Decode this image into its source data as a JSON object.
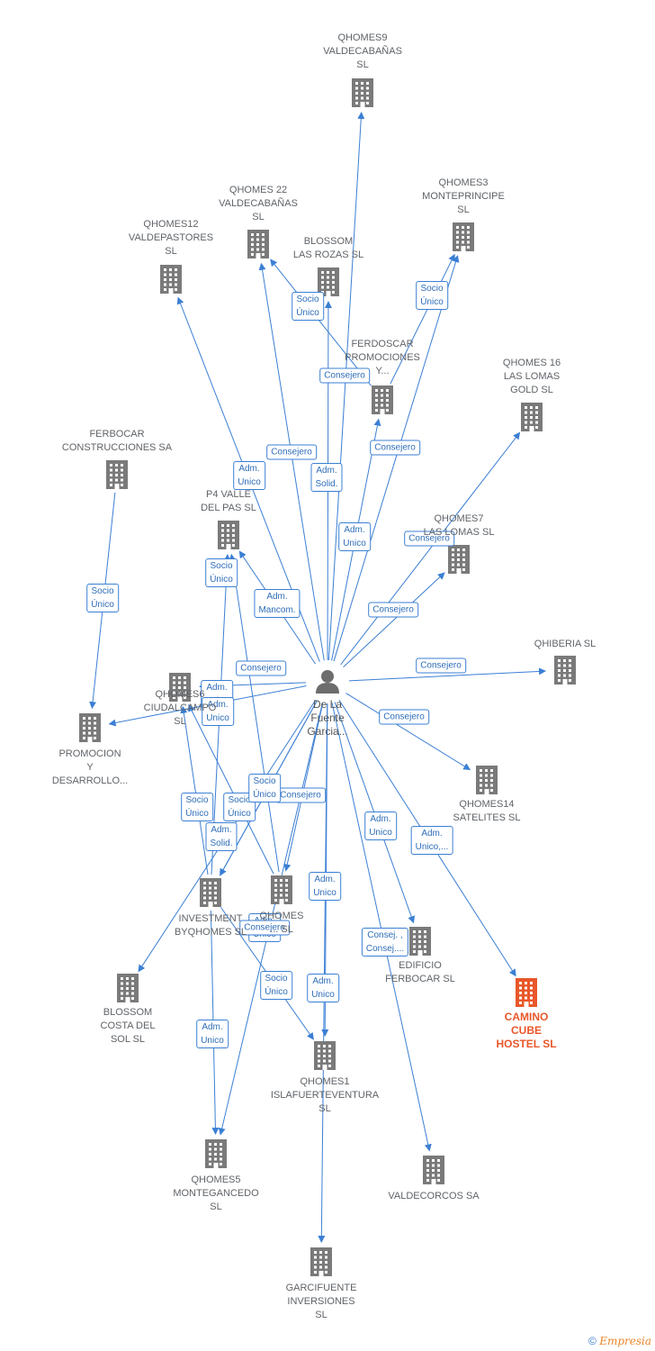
{
  "center": {
    "id": "person",
    "label": "De La\nFuente\nGarcia..."
  },
  "nodes": [
    {
      "id": "qh9",
      "label": "QHOMES9\nVALDECABAÑAS\nSL"
    },
    {
      "id": "qh22",
      "label": "QHOMES 22\nVALDECABAÑAS\nSL"
    },
    {
      "id": "qh3",
      "label": "QHOMES3\nMONTEPRINCIPE\nSL"
    },
    {
      "id": "qh12",
      "label": "QHOMES12\nVALDEPASTORES\nSL"
    },
    {
      "id": "blossom_rozas",
      "label": "BLOSSOM\nLAS ROZAS  SL"
    },
    {
      "id": "ferdoscar",
      "label": "FERDOSCAR\nPROMOCIONES\nY..."
    },
    {
      "id": "qh16",
      "label": "QHOMES 16\nLAS LOMAS\nGOLD  SL"
    },
    {
      "id": "ferbocar",
      "label": "FERBOCAR\nCONSTRUCCIONES SA"
    },
    {
      "id": "p4",
      "label": "P4 VALLE\nDEL PAS  SL"
    },
    {
      "id": "qh7",
      "label": "QHOMES7\nLAS LOMAS  SL"
    },
    {
      "id": "qhiberia",
      "label": "QHIBERIA  SL"
    },
    {
      "id": "promocion",
      "label": "PROMOCION\nY\nDESARROLLO..."
    },
    {
      "id": "qh6",
      "label": "QHOMES6\nCIUDALCAMPO\nSL"
    },
    {
      "id": "qh14",
      "label": "QHOMES14\nSATELITES  SL"
    },
    {
      "id": "investment",
      "label": "INVESTMENT\nBYQHOMES  SL"
    },
    {
      "id": "qhomes_sl",
      "label": "QHOMES\n...  SL"
    },
    {
      "id": "edificio",
      "label": "EDIFICIO\nFERBOCAR  SL"
    },
    {
      "id": "camino",
      "label": "CAMINO\nCUBE\nHOSTEL  SL"
    },
    {
      "id": "blossom_costa",
      "label": "BLOSSOM\nCOSTA DEL\nSOL  SL"
    },
    {
      "id": "qh1",
      "label": "QHOMES1\nISLAFUERTEVENTURA\nSL"
    },
    {
      "id": "qh5",
      "label": "QHOMES5\nMONTEGANCEDO\nSL"
    },
    {
      "id": "valdecorcos",
      "label": "VALDECORCOS SA"
    },
    {
      "id": "garcifuente",
      "label": "GARCIFUENTE\nINVERSIONES\nSL"
    }
  ],
  "edges": [
    {
      "from": "person",
      "to": "qh9",
      "label": "Consejero"
    },
    {
      "from": "person",
      "to": "qh22",
      "label": "Consejero"
    },
    {
      "from": "person",
      "to": "qh3",
      "label": "Consejero"
    },
    {
      "from": "person",
      "to": "qh12",
      "label": "Adm.\nUnico"
    },
    {
      "from": "person",
      "to": "blossom_rozas",
      "label": "Adm.\nSolid."
    },
    {
      "from": "person",
      "to": "ferdoscar",
      "label": "Adm.\nUnico"
    },
    {
      "from": "person",
      "to": "qh16",
      "label": "Consejero"
    },
    {
      "from": "person",
      "to": "p4",
      "label": "Adm.\nMancom."
    },
    {
      "from": "person",
      "to": "qh7",
      "label": "Consejero"
    },
    {
      "from": "person",
      "to": "qhiberia",
      "label": "Consejero"
    },
    {
      "from": "person",
      "to": "promocion",
      "label": "Consejero"
    },
    {
      "from": "person",
      "to": "qh14",
      "label": "Consejero"
    },
    {
      "from": "person",
      "to": "investment",
      "label": "Adm.\nSolid."
    },
    {
      "from": "person",
      "to": "qh6",
      "label": "Adm.\nUnico"
    },
    {
      "from": "person",
      "to": "qhomes_sl",
      "label": "Consejero"
    },
    {
      "from": "person",
      "to": "edificio",
      "label": "Adm.\nUnico"
    },
    {
      "from": "person",
      "to": "camino",
      "label": "Adm.\nUnico,..."
    },
    {
      "from": "person",
      "to": "blossom_costa",
      "label": "Adm.\nUnico"
    },
    {
      "from": "person",
      "to": "qh1",
      "label": "Adm.\nUnico"
    },
    {
      "from": "person",
      "to": "qh5",
      "label": "Adm.\nUnico"
    },
    {
      "from": "person",
      "to": "valdecorcos",
      "label": "Consej. ,\nConsej...."
    },
    {
      "from": "person",
      "to": "garcifuente",
      "label": "Adm.\nUnico"
    },
    {
      "from": "ferdoscar",
      "to": "qh22",
      "label": "Socio\nÚnico"
    },
    {
      "from": "ferdoscar",
      "to": "qh3",
      "label": "Socio\nÚnico"
    },
    {
      "from": "ferbocar",
      "to": "promocion",
      "label": "Socio\nÚnico"
    },
    {
      "from": "investment",
      "to": "qh6",
      "label": "Socio\nÚnico"
    },
    {
      "from": "qhomes_sl",
      "to": "qh6",
      "label": "Socio\nÚnico"
    },
    {
      "from": "qhomes_sl",
      "to": "p4",
      "label": "Socio\nÚnico"
    },
    {
      "from": "investment",
      "to": "qh5",
      "label": "Socio\nÚnico"
    },
    {
      "from": "investment",
      "to": "qh1",
      "label": "Socio\nÚnico"
    },
    {
      "from": "investment",
      "to": "p4",
      "label": "Adm.\nUnico"
    },
    {
      "from": "person",
      "to": "investment",
      "label": "Consejero"
    }
  ],
  "colors": {
    "edge": "#3b7fd4",
    "building": "#7a7a7a",
    "highlight": "#e8572a",
    "person": "#6d6d6d"
  },
  "icons": {
    "company": "building-icon",
    "person": "person-icon"
  },
  "footer": {
    "symbol": "©",
    "brand": "Empresia"
  }
}
